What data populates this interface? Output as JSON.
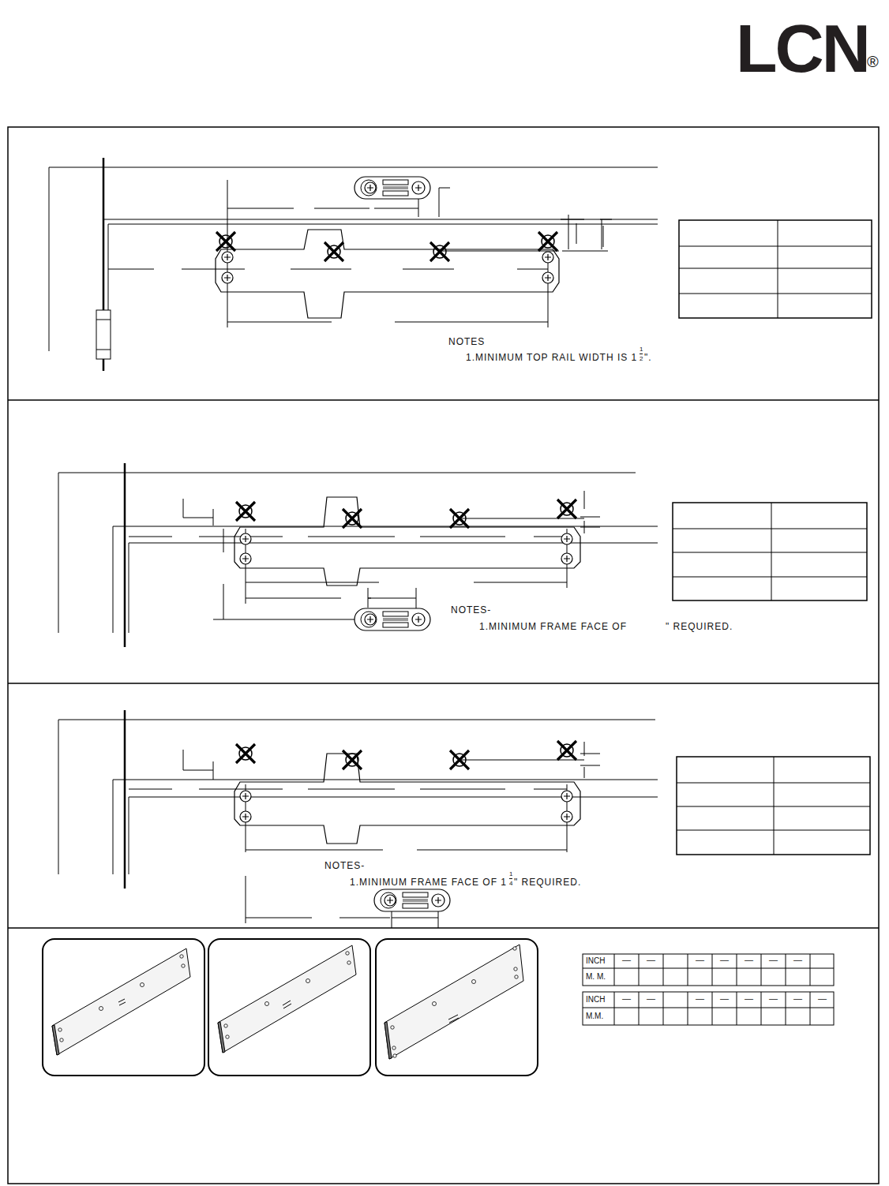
{
  "diagram": {
    "labels": [
      "LCN",
      "®",
      "NOTES",
      "1.MINIMUM TOP RAIL WIDTH IS 1",
      "1",
      "2",
      "\".",
      "NOTES-",
      "1.MINIMUM FRAME FACE OF",
      "\" REQUIRED.",
      "NOTES-",
      "1.MINIMUM FRAME FACE OF 1",
      "1",
      "4",
      "\" REQUIRED.",
      "INCH",
      "—",
      "—",
      "—",
      "—",
      "—",
      "—",
      "—",
      "M. M.",
      "INCH",
      "—",
      "—",
      "—",
      "—",
      "—",
      "—",
      "—",
      "—",
      "M.M."
    ]
  }
}
